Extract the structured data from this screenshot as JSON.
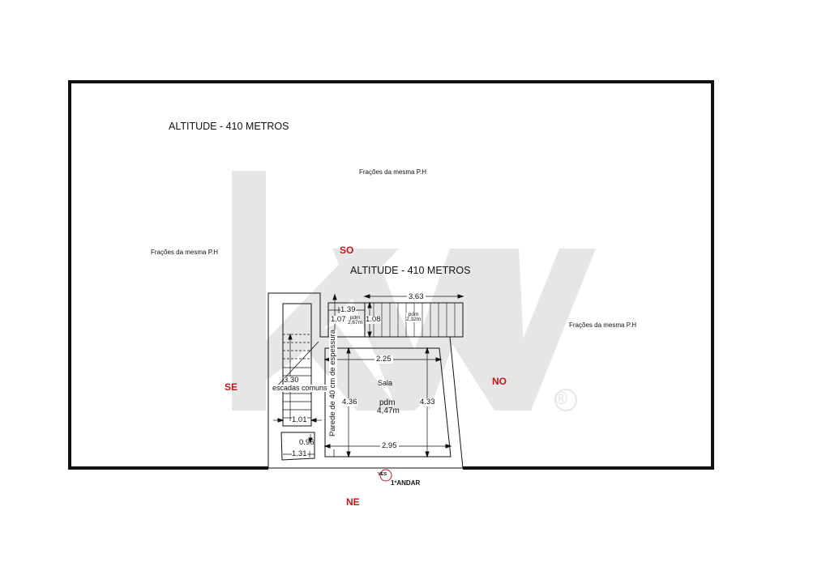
{
  "drawing": {
    "type": "floor-plan",
    "floor_label": "1ºANDAR",
    "entry_marker": "VES",
    "watermark": {
      "text": "kw",
      "trademark": "®",
      "color": "#e4e4e4"
    },
    "colors": {
      "lines": "#111111",
      "direction": "#c0181c",
      "watermark": "#e4e4e4"
    }
  },
  "labels": {
    "altitude_top": "ALTITUDE - 410 METROS",
    "altitude_center": "ALTITUDE - 410 METROS",
    "neighbors_top": "Frações da mesma P.H",
    "neighbors_left": "Frações da mesma P.H",
    "neighbors_right": "Frações da mesma P.H"
  },
  "directions": {
    "so": "SO",
    "se": "SE",
    "no": "NO",
    "ne": "NE"
  },
  "rooms": {
    "small_room": {
      "width": "1.39",
      "height": "1.07",
      "ceiling_label": "pdm",
      "ceiling": "2,67m"
    },
    "balcony": {
      "width": "3.63",
      "height": "1.08",
      "ceiling_label": "pdm",
      "ceiling": "2,32m"
    },
    "sala": {
      "name": "Sala",
      "ceiling_label": "pdm",
      "ceiling": "4,47m",
      "top_width": "2.25",
      "bottom_width": "2.95",
      "left_height": "4.36",
      "right_height": "4.33"
    },
    "stairs": {
      "length": "3.30",
      "label": "escadas comuns",
      "width": "1.01"
    },
    "landing": {
      "height": "0.96",
      "width": "1.31"
    },
    "wall_note": "Parede de 40 cm de espessura"
  }
}
